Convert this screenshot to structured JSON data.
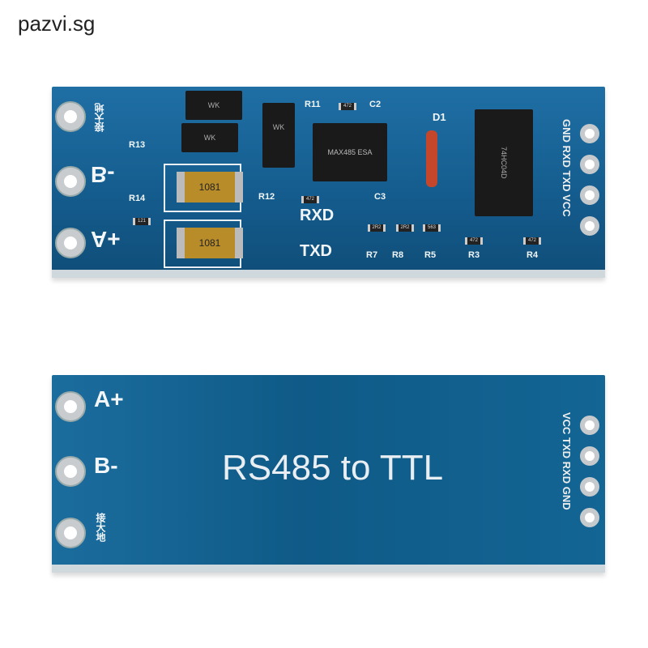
{
  "watermark": "pazvi.sg",
  "top_board": {
    "terminal_labels": [
      "B-",
      "A+"
    ],
    "terminal_marking": "接大地",
    "led_labels": [
      "RXD",
      "TXD"
    ],
    "header_labels": "GND RXD TXD VCC",
    "ic1": "MAX485 ESA",
    "ic2": "74HC04D",
    "diode_label": "D1",
    "tvs_marking": "WK",
    "fuse_marking": "1081",
    "refs": [
      "R11",
      "C2",
      "R13",
      "R14",
      "R12",
      "C3",
      "R7",
      "R8",
      "R5",
      "R3",
      "R4"
    ],
    "resistor_codes": [
      "472",
      "472",
      "2R2",
      "2R2",
      "563",
      "472",
      "472",
      "121"
    ]
  },
  "bottom_board": {
    "title": "RS485 to TTL",
    "terminal_labels": [
      "A+",
      "B-"
    ],
    "terminal_marking": "接大地",
    "header_labels": "VCC TXD RXD GND"
  }
}
